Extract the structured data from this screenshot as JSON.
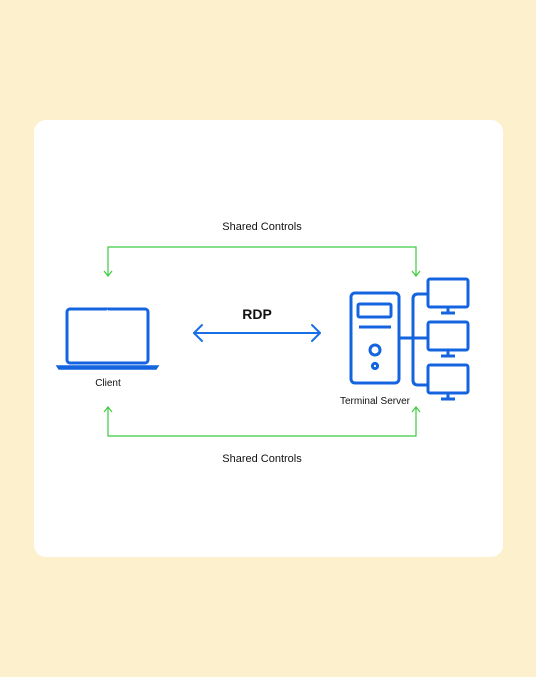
{
  "diagram": {
    "top_label": "Shared Controls",
    "bottom_label": "Shared Controls",
    "protocol_label": "RDP",
    "client_label": "Client",
    "server_label": "Terminal Server"
  },
  "colors": {
    "background": "#FDF0CC",
    "card": "#FFFFFF",
    "icon_blue": "#1464E0",
    "arrow_blue": "#1A6FE8",
    "connector_green": "#3DCC3D"
  },
  "icons": {
    "client": "laptop-icon",
    "server": "server-tower-icon",
    "terminals": [
      "monitor-icon",
      "monitor-icon",
      "monitor-icon"
    ]
  }
}
